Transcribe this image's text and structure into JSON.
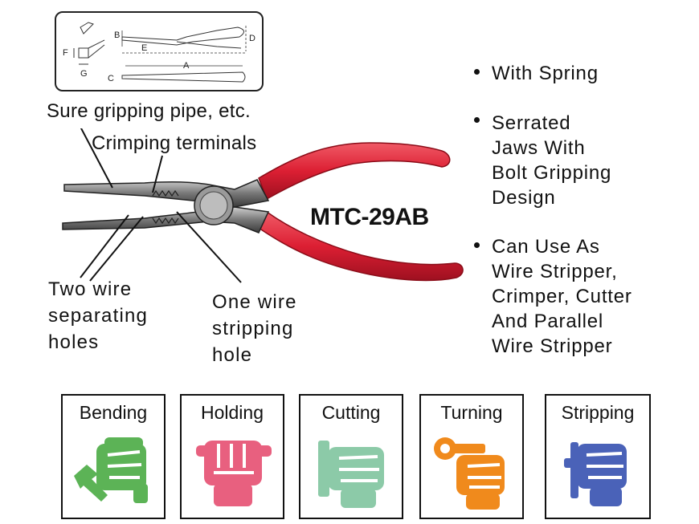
{
  "diagram": {
    "letters": {
      "a": "A",
      "b": "B",
      "c": "C",
      "d": "D",
      "e": "E",
      "f": "F",
      "g": "G"
    }
  },
  "callouts": {
    "sure_gripping": "Sure gripping pipe, etc.",
    "crimping": "Crimping terminals",
    "two_wire": [
      "Two wire",
      "separating",
      "holes"
    ],
    "one_wire": [
      "One wire",
      "stripping",
      "hole"
    ]
  },
  "model": "MTC-29AB",
  "features": [
    [
      "With Spring"
    ],
    [
      "Serrated",
      "Jaws With",
      "Bolt Gripping",
      "Design"
    ],
    [
      "Can Use As",
      "Wire Stripper,",
      "Crimper, Cutter",
      "And Parallel",
      "Wire Stripper"
    ]
  ],
  "uses": [
    {
      "label": "Bending",
      "icon": "bending-hand-icon",
      "color": "#5cb356"
    },
    {
      "label": "Holding",
      "icon": "holding-fist-icon",
      "color": "#e8607f"
    },
    {
      "label": "Cutting",
      "icon": "cutting-hand-icon",
      "color": "#8ccaa8"
    },
    {
      "label": "Turning",
      "icon": "turning-key-icon",
      "color": "#f08a1c"
    },
    {
      "label": "Stripping",
      "icon": "stripping-wire-icon",
      "color": "#4a62b8"
    }
  ],
  "colors": {
    "handle": "#e0263a",
    "handle_dark": "#a8121f",
    "steel": "#7d7d7d"
  }
}
